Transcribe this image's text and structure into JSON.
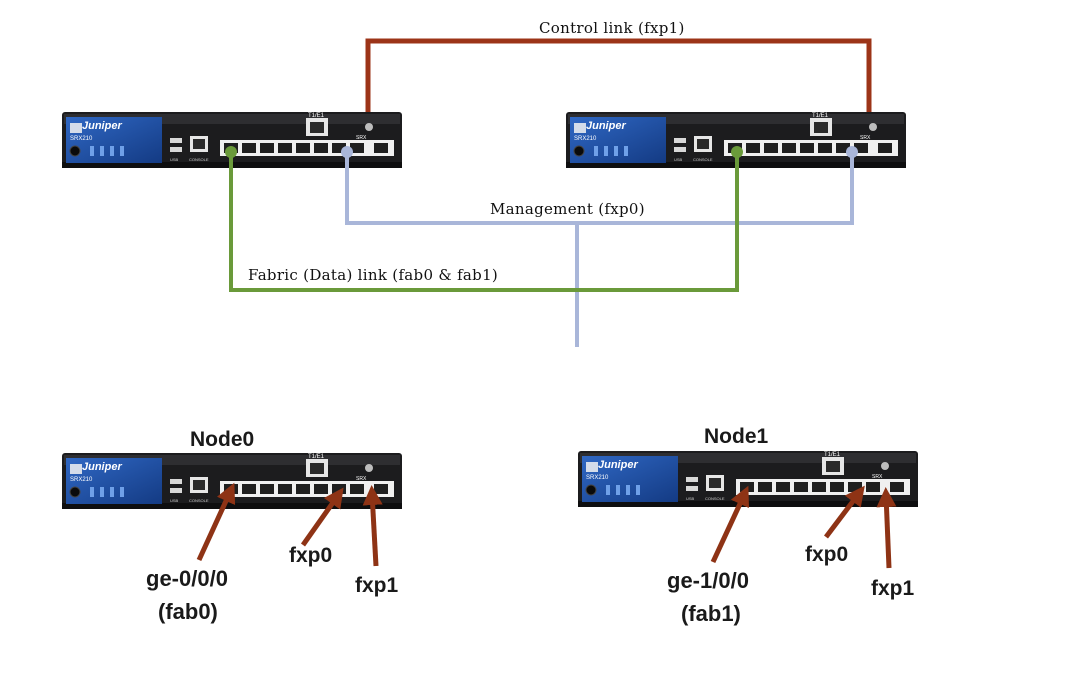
{
  "links": {
    "control_label": "Control link (fxp1)",
    "management_label": "Management (fxp0)",
    "fabric_label": "Fabric (Data) link (fab0 & fab1)"
  },
  "device": {
    "brand": "Juniper",
    "model": "SRX210",
    "t1e1": "T1/E1",
    "srx": "SRX",
    "console": "CONSOLE",
    "usb": "USB"
  },
  "nodes": [
    {
      "title": "Node0",
      "port_ge": "ge-0/0/0",
      "port_fab": "(fab0)",
      "port_fxp0": "fxp0",
      "port_fxp1": "fxp1"
    },
    {
      "title": "Node1",
      "port_ge": "ge-1/0/0",
      "port_fab": "(fab1)",
      "port_fxp0": "fxp0",
      "port_fxp1": "fxp1"
    }
  ],
  "colors": {
    "control": "#9c3418",
    "management": "#a9b6d9",
    "fabric": "#6a9a3a",
    "arrow": "#8e3315",
    "chassis": "#1c1c1e",
    "brand_panel": "#1e4fa8"
  }
}
